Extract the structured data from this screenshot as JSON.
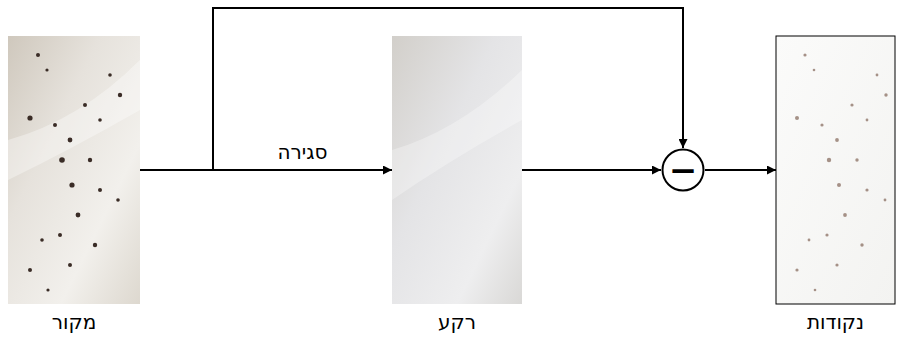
{
  "diagram": {
    "nodes": [
      {
        "text": [
          "מקור"
        ]
      },
      {
        "text": [
          "רקע"
        ]
      },
      {
        "text": [
          "−"
        ]
      },
      {
        "text": [
          "נקודות"
        ]
      }
    ],
    "edges": [
      {
        "from": 0,
        "to": 1,
        "arrow": "to",
        "label": "סגירה"
      },
      {
        "from": 0,
        "to": 2,
        "arrow": "to"
      },
      {
        "from": 1,
        "to": 2,
        "arrow": "to"
      },
      {
        "from": 2,
        "to": 3,
        "arrow": "to"
      }
    ]
  }
}
